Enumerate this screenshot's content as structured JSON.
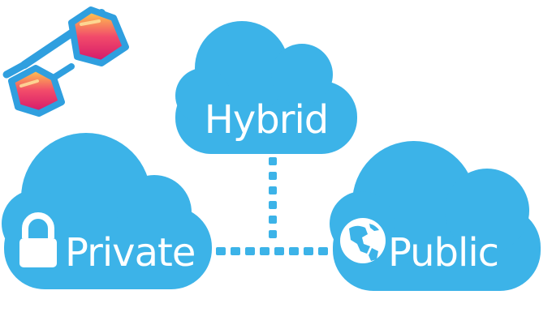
{
  "colors": {
    "cloud": "#3cb3e8",
    "dots": "#3cb3e8",
    "text": "#ffffff",
    "sunglasses_frame": "#2f9fdf",
    "lens_top": "#ffd24a",
    "lens_mid": "#f24b6a",
    "lens_bottom": "#d2156b"
  },
  "clouds": {
    "hybrid": {
      "label": "Hybrid"
    },
    "private": {
      "label": "Private",
      "icon": "lock-icon"
    },
    "public": {
      "label": "Public",
      "icon": "globe-icon"
    }
  },
  "decoration": {
    "icon": "sunglasses-icon"
  }
}
